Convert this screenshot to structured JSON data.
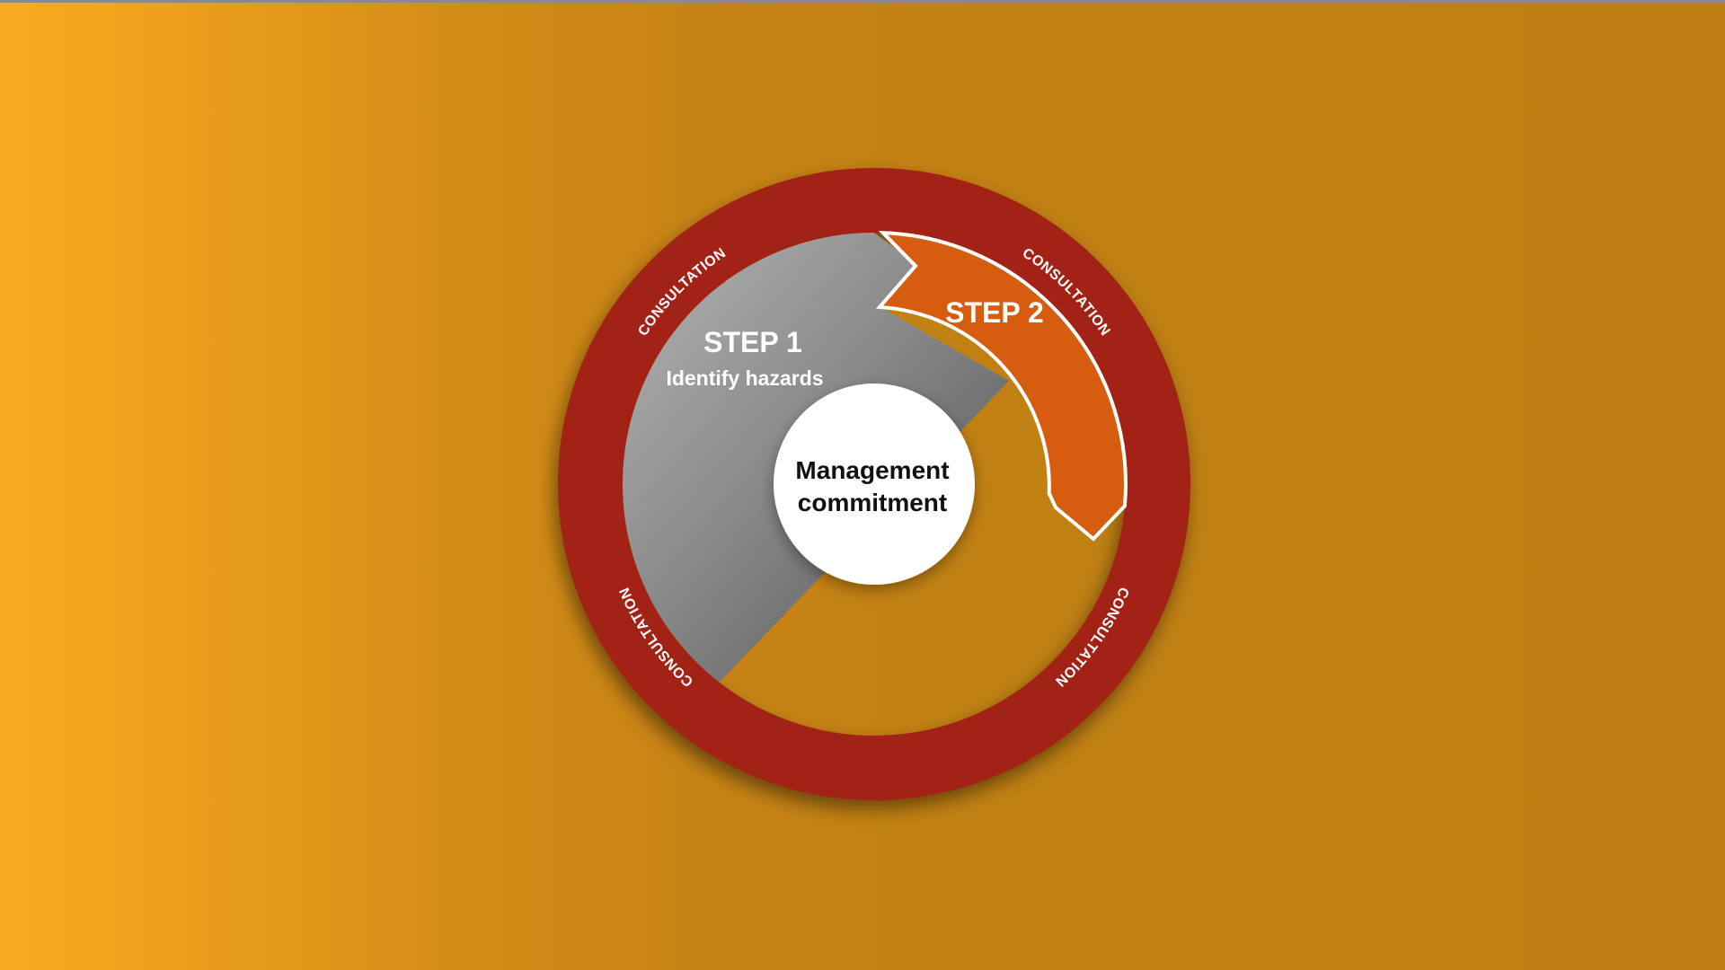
{
  "diagram": {
    "center_label_line1": "Management",
    "center_label_line2": "commitment",
    "step1": {
      "title": "STEP 1",
      "subtitle": "Identify hazards"
    },
    "step2": {
      "title": "STEP 2"
    },
    "ring_labels": [
      "CONSULTATION",
      "CONSULTATION",
      "CONSULTATION",
      "CONSULTATION"
    ]
  },
  "colors": {
    "ring": "#a32213",
    "step1_light": "#9c9c9c",
    "step1_dark": "#555555",
    "step2": "#d65c10",
    "center": "#ffffff"
  }
}
